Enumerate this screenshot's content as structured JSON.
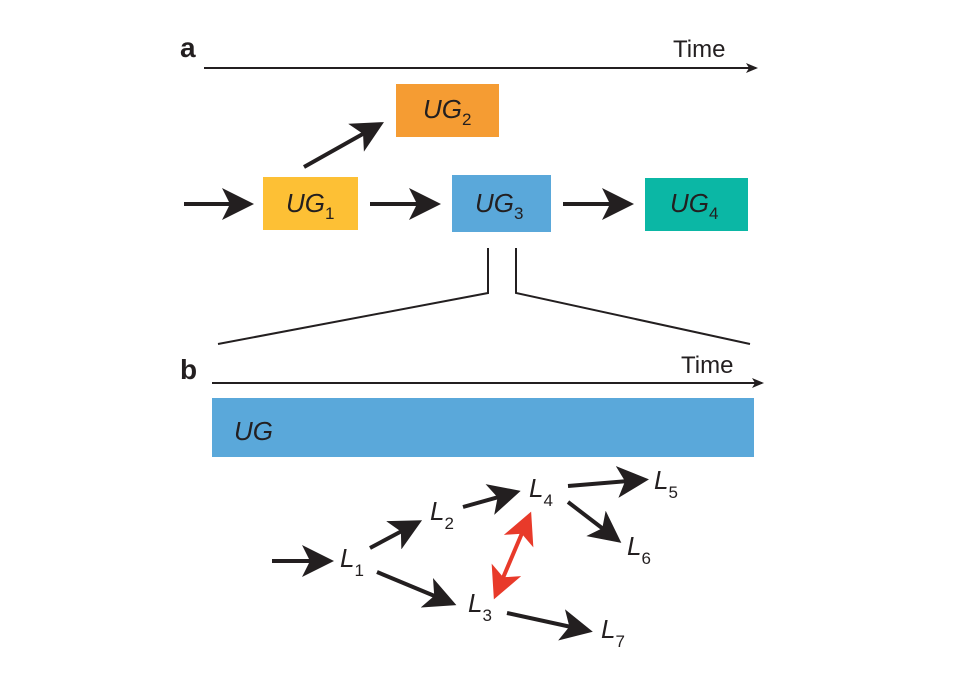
{
  "panel_a": {
    "letter": "a",
    "time_label": "Time",
    "boxes": [
      {
        "id": "ug1",
        "base": "UG",
        "sub": "1",
        "color": "#fdc035"
      },
      {
        "id": "ug2",
        "base": "UG",
        "sub": "2",
        "color": "#f59c33"
      },
      {
        "id": "ug3",
        "base": "UG",
        "sub": "3",
        "color": "#5aa8da"
      },
      {
        "id": "ug4",
        "base": "UG",
        "sub": "4",
        "color": "#0bb7a5"
      }
    ]
  },
  "panel_b": {
    "letter": "b",
    "time_label": "Time",
    "bar_label": "UG",
    "bar_color": "#5aa8da",
    "nodes": [
      {
        "id": "l1",
        "base": "L",
        "sub": "1"
      },
      {
        "id": "l2",
        "base": "L",
        "sub": "2"
      },
      {
        "id": "l3",
        "base": "L",
        "sub": "3"
      },
      {
        "id": "l4",
        "base": "L",
        "sub": "4"
      },
      {
        "id": "l5",
        "base": "L",
        "sub": "5"
      },
      {
        "id": "l6",
        "base": "L",
        "sub": "6"
      },
      {
        "id": "l7",
        "base": "L",
        "sub": "7"
      }
    ],
    "bidirectional_color": "#e83a2a"
  }
}
